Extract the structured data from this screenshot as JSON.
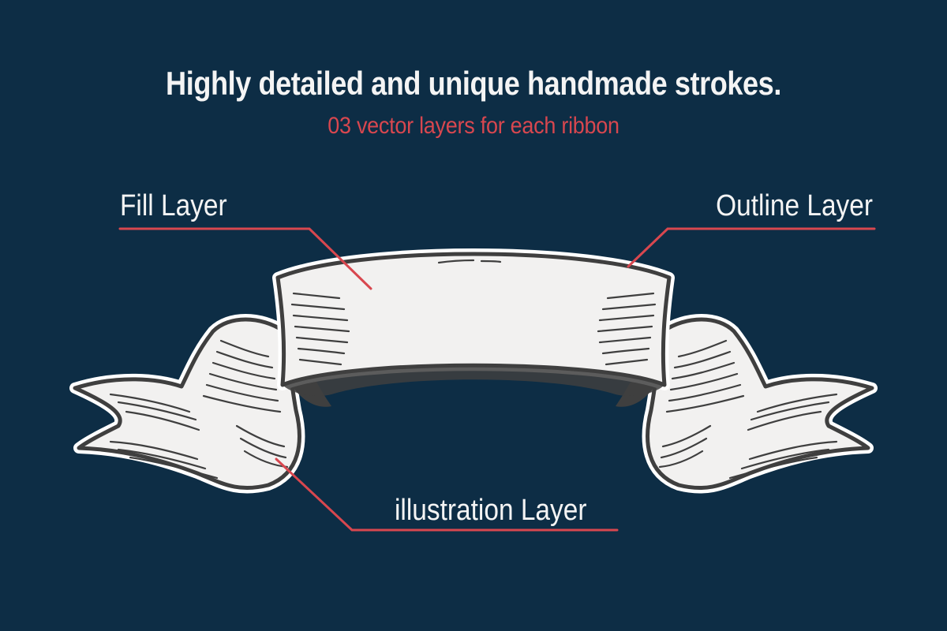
{
  "header": {
    "title": "Highly detailed and unique handmade strokes.",
    "subtitle": "03 vector layers for each ribbon"
  },
  "callouts": {
    "fill": "Fill Layer",
    "outline": "Outline Layer",
    "illustration": "illustration Layer"
  },
  "colors": {
    "background": "#0d2d45",
    "accent": "#d8474f",
    "ribbon_fill": "#f2f1f0",
    "ribbon_stroke": "#3f3f3f"
  }
}
